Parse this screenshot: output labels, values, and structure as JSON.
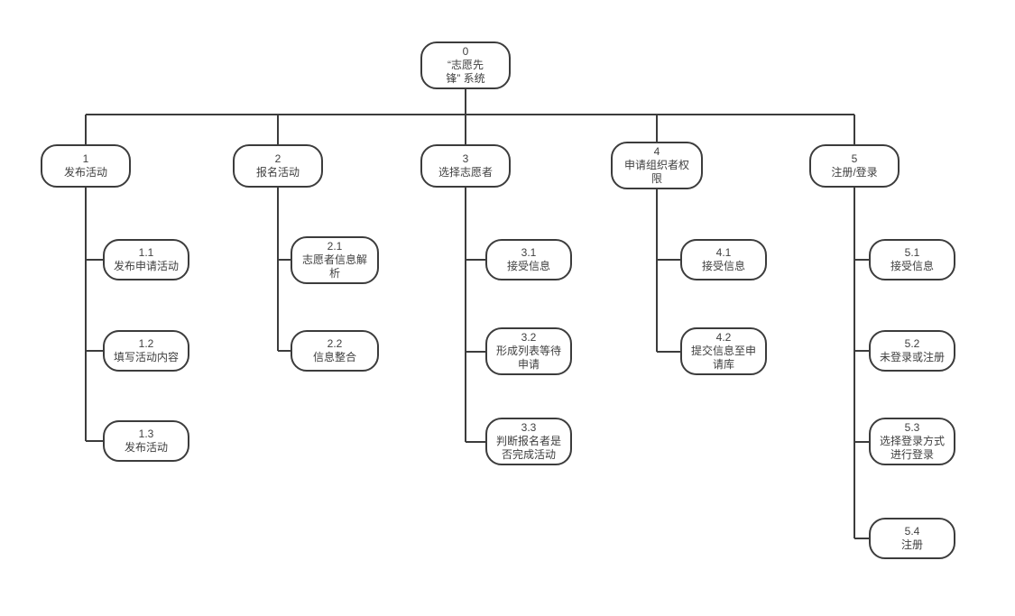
{
  "diagram": {
    "type": "tree",
    "root": {
      "number": "0",
      "label": "“志愿先\n锋” 系统"
    },
    "branches": [
      {
        "number": "1",
        "label": "发布活动",
        "children": [
          {
            "number": "1.1",
            "label": "发布申请活动"
          },
          {
            "number": "1.2",
            "label": "填写活动内容"
          },
          {
            "number": "1.3",
            "label": "发布活动"
          }
        ]
      },
      {
        "number": "2",
        "label": "报名活动",
        "children": [
          {
            "number": "2.1",
            "label": "志愿者信息解\n析"
          },
          {
            "number": "2.2",
            "label": "信息整合"
          }
        ]
      },
      {
        "number": "3",
        "label": "选择志愿者",
        "children": [
          {
            "number": "3.1",
            "label": "接受信息"
          },
          {
            "number": "3.2",
            "label": "形成列表等待\n申请"
          },
          {
            "number": "3.3",
            "label": "判断报名者是\n否完成活动"
          }
        ]
      },
      {
        "number": "4",
        "label": "申请组织者权\n限",
        "children": [
          {
            "number": "4.1",
            "label": "接受信息"
          },
          {
            "number": "4.2",
            "label": "提交信息至申\n请库"
          }
        ]
      },
      {
        "number": "5",
        "label": "注册/登录",
        "children": [
          {
            "number": "5.1",
            "label": "接受信息"
          },
          {
            "number": "5.2",
            "label": "未登录或注册"
          },
          {
            "number": "5.3",
            "label": "选择登录方式\n进行登录"
          },
          {
            "number": "5.4",
            "label": "注册"
          }
        ]
      }
    ],
    "colors": {
      "node_border": "#3c3c3c",
      "node_fill": "#ffffff",
      "text": "#3f3f3f",
      "connector": "#3c3c3c",
      "background": "#ffffff"
    }
  }
}
